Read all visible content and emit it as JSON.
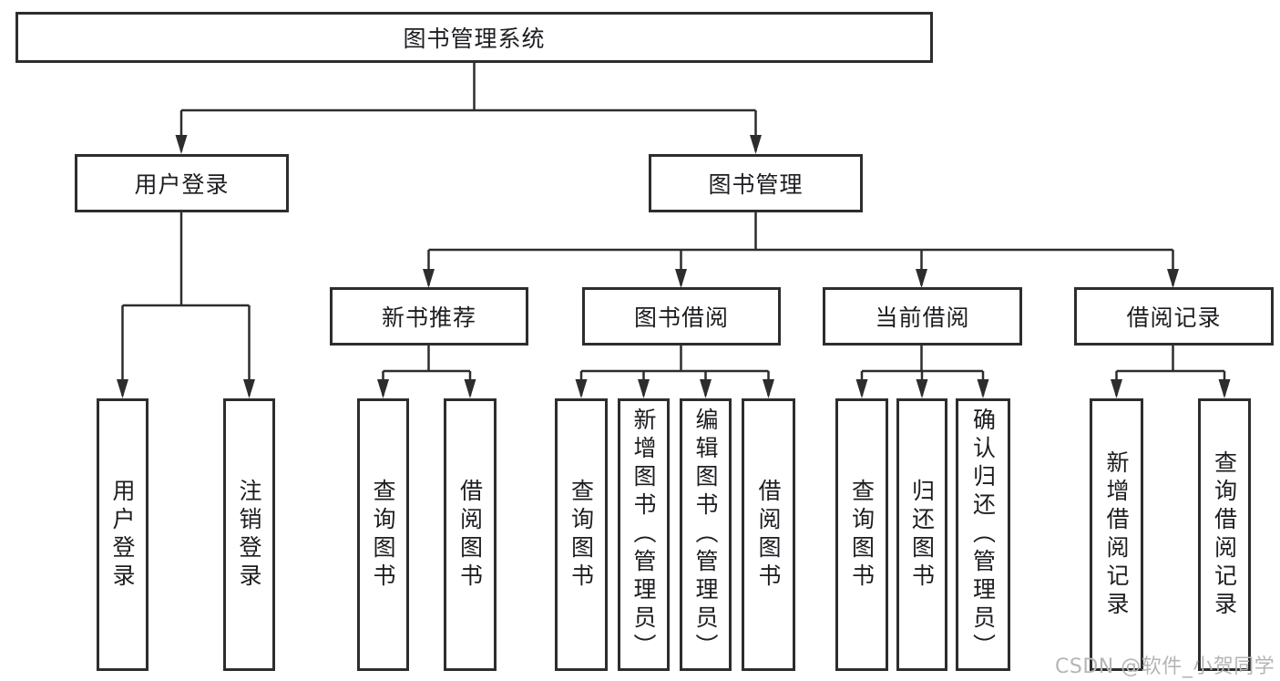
{
  "diagram": {
    "type": "tree",
    "colors": {
      "line": "#2d2d2d",
      "box_border": "#2d2d2d",
      "box_fill": "#ffffff",
      "text": "#1d1d21",
      "watermark": "#b5b5b5",
      "background": "#ffffff"
    },
    "watermark": "CSDN @软件_小贺同学",
    "nodes": {
      "root": {
        "label": "图书管理系统"
      },
      "user_login": {
        "label": "用户登录",
        "children": [
          {
            "label": "用户登录"
          },
          {
            "label": "注销登录"
          }
        ]
      },
      "book_mgmt": {
        "label": "图书管理",
        "children": [
          {
            "label": "新书推荐",
            "children": [
              {
                "label": "查询图书"
              },
              {
                "label": "借阅图书"
              }
            ]
          },
          {
            "label": "图书借阅",
            "children": [
              {
                "label": "查询图书"
              },
              {
                "label": "新增图书（管理员）"
              },
              {
                "label": "编辑图书（管理员）"
              },
              {
                "label": "借阅图书"
              }
            ]
          },
          {
            "label": "当前借阅",
            "children": [
              {
                "label": "查询图书"
              },
              {
                "label": "归还图书"
              },
              {
                "label": "确认归还（管理员）"
              }
            ]
          },
          {
            "label": "借阅记录",
            "children": [
              {
                "label": "新增借阅记录"
              },
              {
                "label": "查询借阅记录"
              }
            ]
          }
        ]
      }
    }
  }
}
